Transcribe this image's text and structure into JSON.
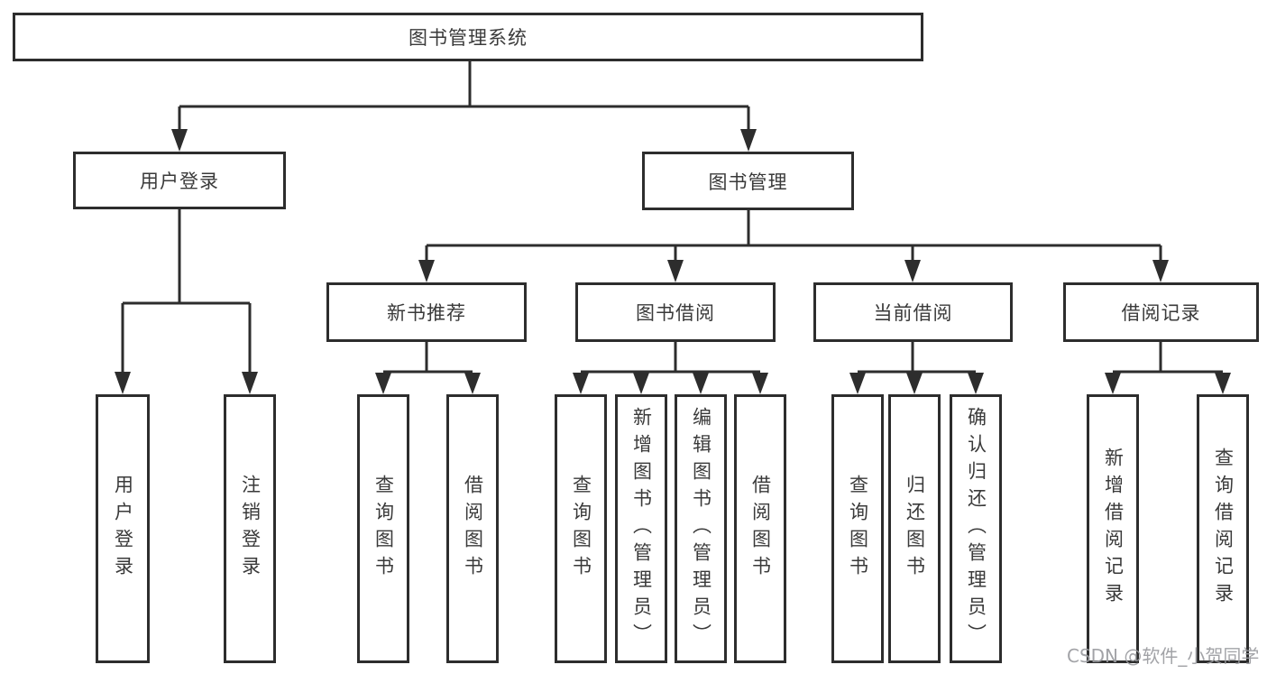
{
  "diagram_type": "hierarchy-tree",
  "colors": {
    "background": "#ffffff",
    "box_fill": "#ffffff",
    "box_border": "#2d2d2d",
    "line": "#2d2d2d",
    "text": "#3a3a3a",
    "watermark": "#9a9ba0"
  },
  "tree": {
    "label": "图书管理系统",
    "children": [
      {
        "label": "用户登录",
        "children": [
          {
            "label": "用户登录"
          },
          {
            "label": "注销登录"
          }
        ]
      },
      {
        "label": "图书管理",
        "children": [
          {
            "label": "新书推荐",
            "children": [
              {
                "label": "查询图书"
              },
              {
                "label": "借阅图书"
              }
            ]
          },
          {
            "label": "图书借阅",
            "children": [
              {
                "label": "查询图书"
              },
              {
                "label": "新增图书（管理员）"
              },
              {
                "label": "编辑图书（管理员）"
              },
              {
                "label": "借阅图书"
              }
            ]
          },
          {
            "label": "当前借阅",
            "children": [
              {
                "label": "查询图书"
              },
              {
                "label": "归还图书"
              },
              {
                "label": "确认归还（管理员）"
              }
            ]
          },
          {
            "label": "借阅记录",
            "children": [
              {
                "label": "新增借阅记录"
              },
              {
                "label": "查询借阅记录"
              }
            ]
          }
        ]
      }
    ]
  },
  "watermark": {
    "text": "CSDN @软件_小贺同学"
  }
}
